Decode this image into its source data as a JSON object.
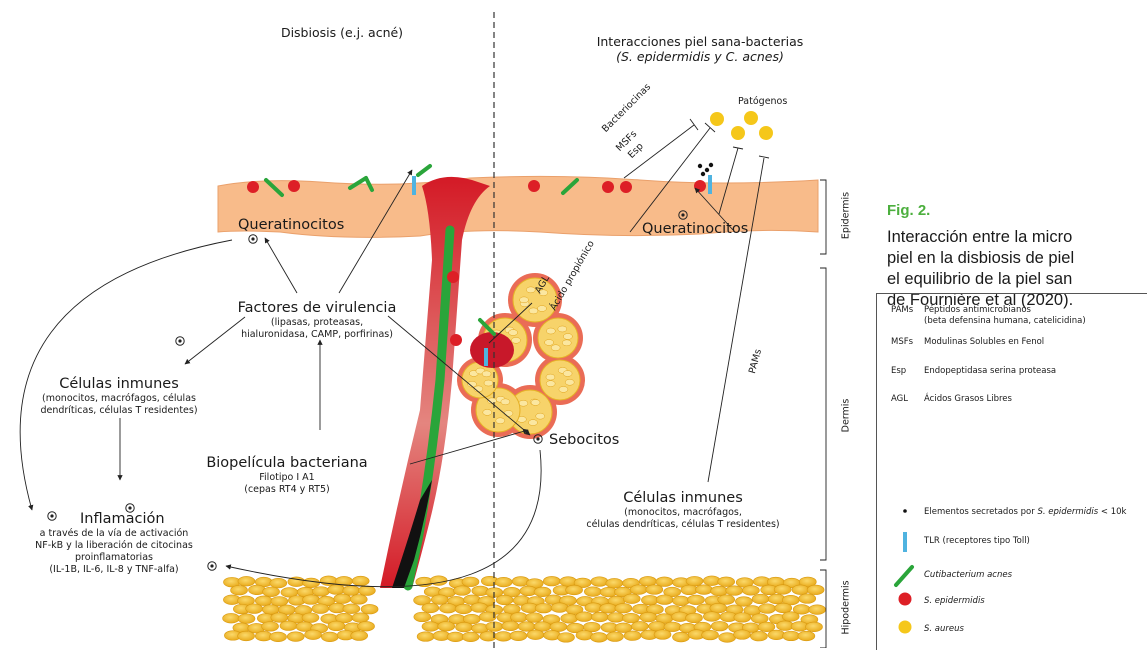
{
  "headings": {
    "left": "Disbiosis (e.j. acné)",
    "right_line1": "Interacciones piel sana-bacterias",
    "right_line2": "(S. epidermidis y C. acnes)"
  },
  "layers": [
    "Epidermis",
    "Dermis",
    "Hipodermis"
  ],
  "labels": {
    "queratinocitos_left": "Queratinocitos",
    "queratinocitos_right": "Queratinocitos",
    "factores_title": "Factores de virulencia",
    "factores_sub1": "(lipasas, proteasas,",
    "factores_sub2": "hialuronidasa, CAMP, porfirinas)",
    "celulas_left_title": "Células inmunes",
    "celulas_left_sub1": "(monocitos, macrófagos, células",
    "celulas_left_sub2": "dendríticas, células T residentes)",
    "biopelicula_title": "Biopelícula bacteriana",
    "biopelicula_sub1": "Filotipo I A1",
    "biopelicula_sub2": "(cepas RT4 y RT5)",
    "inflamacion_title": "Inflamación",
    "inflamacion_sub1": "a través de la vía de activación",
    "inflamacion_sub2": "NF-kB y la liberación de citocinas",
    "inflamacion_sub3": "proinflamatorias",
    "inflamacion_sub4": "(IL-1B, IL-6, IL-8 y TNF-alfa)",
    "sebocitos": "Sebocitos",
    "celulas_right_title": "Células inmunes",
    "celulas_right_sub1": "(monocitos, macrófagos,",
    "celulas_right_sub2": "células dendríticas, células T residentes)",
    "patogenos": "Patógenos",
    "bacteriocinas": "Bacteriocinas",
    "msfs": "MSFs",
    "esp": "Esp",
    "agl": "AGL",
    "acido_propionico": "Ácido propiónico",
    "pams": "PAMs"
  },
  "caption": {
    "figure_number": "Fig. 2.",
    "line1": "Interacción entre la micro",
    "line2": "piel en la disbiosis de piel",
    "line3": "el equilibrio de la piel san",
    "line4": "de Fournière et al (2020)."
  },
  "legend": [
    {
      "key": "PAMs",
      "desc1": "Péptidos antimicrobianos",
      "desc2": "(beta defensina humana, catelicidina)"
    },
    {
      "key": "MSFs",
      "desc1": "Modulinas Solubles en Fenol"
    },
    {
      "key": "Esp",
      "desc1": "Endopeptidasa serina proteasa"
    },
    {
      "key": "AGL",
      "desc1": "Ácidos Grasos Libres"
    },
    {
      "key": "dots-icon",
      "desc1": "Elementos secretados por",
      "desc_italic": "S. epidermidis",
      "desc_tail": "< 10k"
    },
    {
      "key": "tlr-icon",
      "desc1": "TLR (receptores tipo Toll)"
    },
    {
      "key": "cacnes-icon",
      "desc_italic": "Cutibacterium acnes"
    },
    {
      "key": "sepidermidis-icon",
      "desc_italic": "S. epidermidis"
    },
    {
      "key": "saureus-icon",
      "desc_italic": "S. aureus"
    }
  ],
  "colors": {
    "epidermis": "#f8bb8a",
    "epidermis_edge": "#e9955d",
    "hair_follicle": "#d81e2c",
    "c_acnes_green": "#2aa53a",
    "s_epidermidis_red": "#dd1f26",
    "s_aureus_yellow": "#f5c71a",
    "tlr_blue": "#4fb3e0",
    "fat_cell": "#f4c542",
    "gland_outer": "#ea6c56",
    "caption_green": "#4caf3e"
  }
}
